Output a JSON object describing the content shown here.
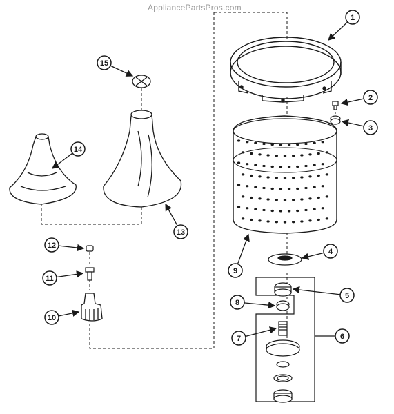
{
  "watermark": "AppliancePartsPros.com",
  "callouts": [
    {
      "id": "callout-1",
      "number": "1"
    },
    {
      "id": "callout-2",
      "number": "2"
    },
    {
      "id": "callout-3",
      "number": "3"
    },
    {
      "id": "callout-4",
      "number": "4"
    },
    {
      "id": "callout-5",
      "number": "5"
    },
    {
      "id": "callout-6",
      "number": "6"
    },
    {
      "id": "callout-7",
      "number": "7"
    },
    {
      "id": "callout-8",
      "number": "8"
    },
    {
      "id": "callout-9",
      "number": "9"
    },
    {
      "id": "callout-10",
      "number": "10"
    },
    {
      "id": "callout-11",
      "number": "11"
    },
    {
      "id": "callout-12",
      "number": "12"
    },
    {
      "id": "callout-13",
      "number": "13"
    },
    {
      "id": "callout-14",
      "number": "14"
    },
    {
      "id": "callout-15",
      "number": "15"
    }
  ],
  "colors": {
    "ink": "#1a1a1a",
    "watermark": "#9a9a9a",
    "paper": "#ffffff"
  }
}
